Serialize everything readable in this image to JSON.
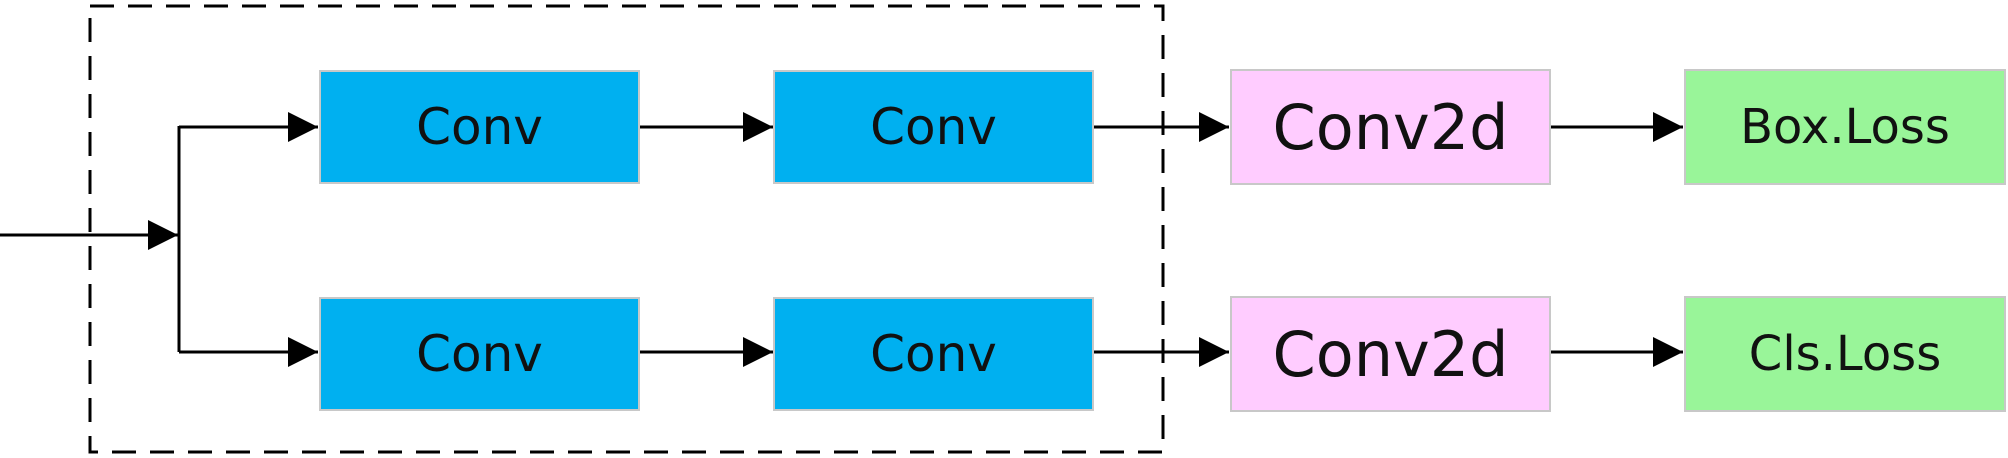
{
  "colors": {
    "conv_fill": "#00b0f0",
    "conv2d_fill": "#ffccff",
    "loss_fill": "#99f599",
    "line": "#000000"
  },
  "nodes": {
    "conv_top_1": {
      "label": "Conv"
    },
    "conv_top_2": {
      "label": "Conv"
    },
    "conv_bottom_1": {
      "label": "Conv"
    },
    "conv_bottom_2": {
      "label": "Conv"
    },
    "conv2d_top": {
      "label": "Conv2d"
    },
    "conv2d_bottom": {
      "label": "Conv2d"
    },
    "box_loss": {
      "label": "Box.Loss"
    },
    "cls_loss": {
      "label": "Cls.Loss"
    }
  }
}
